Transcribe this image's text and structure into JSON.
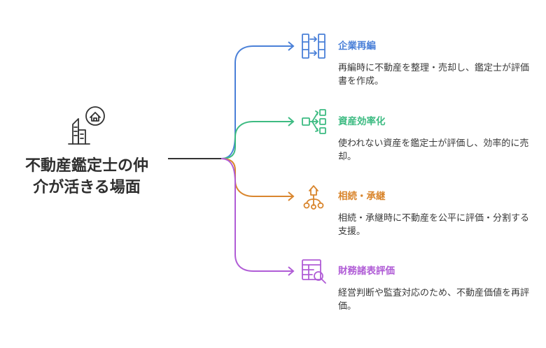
{
  "colors": {
    "center": "#333333",
    "blue": "#4a80d8",
    "green": "#3dbb82",
    "orange": "#d9862e",
    "purple": "#b05cd6"
  },
  "center": {
    "title_line1": "不動産鑑定士の仲",
    "title_line2": "介が活きる場面",
    "icon": "building-home-icon"
  },
  "branches": [
    {
      "title": "企業再編",
      "description": "再編時に不動産を整理・売却し、鑑定士が評価書を作成。",
      "icon": "reorganize-icon",
      "color": "blue"
    },
    {
      "title": "資産効率化",
      "description": "使われない資産を鑑定士が評価し、効率的に売却。",
      "icon": "asset-flow-icon",
      "color": "green"
    },
    {
      "title": "相続・承継",
      "description": "相続・承継時に不動産を公平に評価・分割する支援。",
      "icon": "inheritance-icon",
      "color": "orange"
    },
    {
      "title": "財務諸表評価",
      "description": "経営判断や監査対応のため、不動産価値を再評価。",
      "icon": "financial-statement-icon",
      "color": "purple"
    }
  ]
}
